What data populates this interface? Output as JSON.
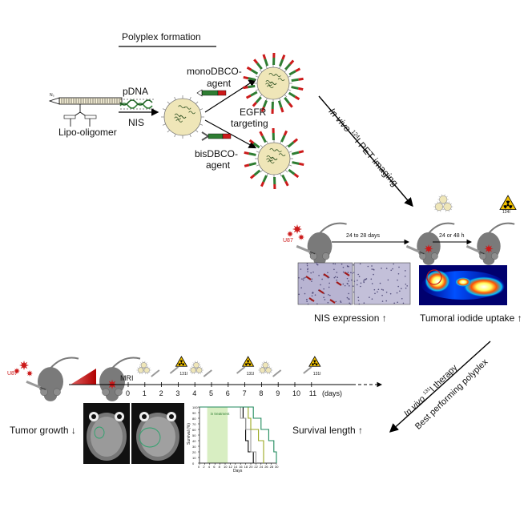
{
  "top": {
    "heading": "Polyplex formation",
    "pdna": "pDNA",
    "nis": "NIS",
    "lipo_oligomer": "Lipo-oligomer",
    "n3": "N₃",
    "mono_line1": "monoDBCO-",
    "mono_line2": "agent",
    "bis_line1": "bisDBCO-",
    "bis_line2": "agent",
    "egfr_line1": "EGFR",
    "egfr_line2": "targeting"
  },
  "pet": {
    "arrow_label_pre": "In vivo ",
    "arrow_label_sup": "124",
    "arrow_label_post": "I PET imaging",
    "u87": "U87",
    "interval1": "24 to 28 days",
    "interval2": "24 or 48 h",
    "isotope": "124I",
    "nis_expression": "NIS expression ↑",
    "uptake": "Tumoral iodide uptake ↑"
  },
  "therapy": {
    "arrow_label_pre": "In vivo ",
    "arrow_label_sup": "131",
    "arrow_label_post": "I therapy",
    "arrow_label2": "Best performing polyplex",
    "u87": "U87",
    "mri": "MRI",
    "isotope": "131I",
    "timeline_labels": [
      "0",
      "1",
      "2",
      "3",
      "4",
      "5",
      "6",
      "7",
      "8",
      "9",
      "10",
      "11"
    ],
    "days": "(days)",
    "tumor_growth": "Tumor growth ↓",
    "survival_length": "Survival length ↑"
  },
  "chart_data": {
    "type": "line",
    "title": "",
    "xlabel": "Days",
    "ylabel": "Survival (%)",
    "xlim": [
      0,
      30
    ],
    "ylim": [
      0,
      100
    ],
    "x_ticks": [
      "0",
      "2",
      "4",
      "6",
      "8",
      "10",
      "12",
      "14",
      "16",
      "18",
      "20",
      "22",
      "24",
      "26",
      "28",
      "30"
    ],
    "y_ticks": [
      "0",
      "10",
      "20",
      "30",
      "40",
      "50",
      "60",
      "70",
      "80",
      "90",
      "100"
    ],
    "annotation": "in treatment",
    "treatment_window": [
      3,
      11
    ],
    "series": [
      {
        "color": "#000000",
        "steps": [
          [
            0,
            100
          ],
          [
            17,
            100
          ],
          [
            17,
            80
          ],
          [
            18,
            80
          ],
          [
            18,
            40
          ],
          [
            19,
            40
          ],
          [
            19,
            20
          ],
          [
            21,
            20
          ],
          [
            21,
            0
          ]
        ]
      },
      {
        "color": "#999999",
        "steps": [
          [
            0,
            100
          ],
          [
            16,
            100
          ],
          [
            16,
            80
          ],
          [
            18,
            80
          ],
          [
            18,
            60
          ],
          [
            20,
            60
          ],
          [
            20,
            20
          ],
          [
            22,
            20
          ],
          [
            22,
            0
          ]
        ]
      },
      {
        "color": "#9aa820",
        "steps": [
          [
            0,
            100
          ],
          [
            19,
            100
          ],
          [
            19,
            80
          ],
          [
            20,
            80
          ],
          [
            20,
            60
          ],
          [
            23,
            60
          ],
          [
            23,
            40
          ],
          [
            25,
            40
          ],
          [
            25,
            0
          ]
        ]
      },
      {
        "color": "#1f8a5c",
        "steps": [
          [
            0,
            100
          ],
          [
            21,
            100
          ],
          [
            21,
            80
          ],
          [
            24,
            80
          ],
          [
            24,
            60
          ],
          [
            27,
            60
          ],
          [
            27,
            40
          ],
          [
            29,
            40
          ],
          [
            29,
            20
          ],
          [
            30,
            20
          ],
          [
            30,
            0
          ]
        ]
      }
    ]
  },
  "colors": {
    "red": "#cc1a1a",
    "green": "#2e7d32",
    "mouse": "#7a7a7a",
    "hazard": "#f2c200"
  }
}
